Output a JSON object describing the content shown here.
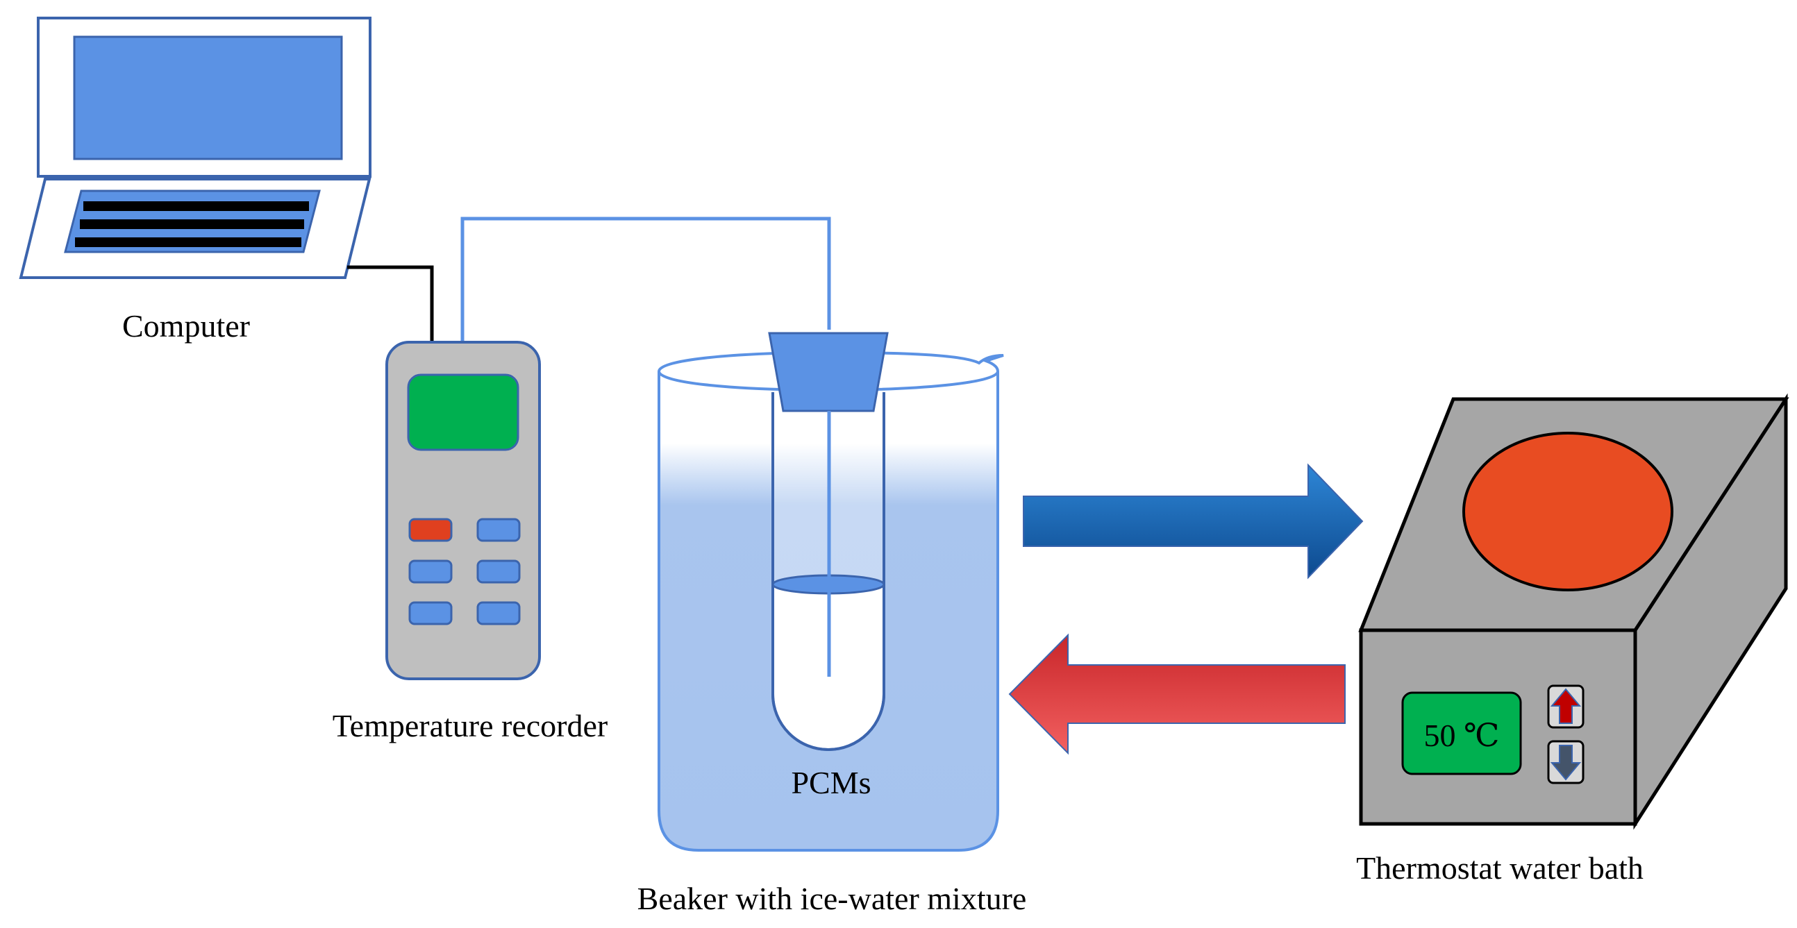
{
  "labels": {
    "computer": "Computer",
    "temperature_recorder": "Temperature recorder",
    "beaker": "Beaker with ice-water mixture",
    "pcms": "PCMs",
    "thermostat": "Thermostat water bath",
    "bath_display": "50 ℃"
  },
  "colors": {
    "device_blue": "#5B92E4",
    "outline_blue": "#3B64AD",
    "recorder_body": "#BFBFBF",
    "recorder_screen": "#00B050",
    "red_button": "#E0401F",
    "bath_body": "#A6A6A6",
    "bath_plate": "#E84C22",
    "water": "#A9C5EE",
    "hot_arrow": "#E03B3B",
    "cold_arrow": "#1F6FC0"
  },
  "icons": {
    "bath_up": "up-arrow-icon",
    "bath_down": "down-arrow-icon"
  }
}
